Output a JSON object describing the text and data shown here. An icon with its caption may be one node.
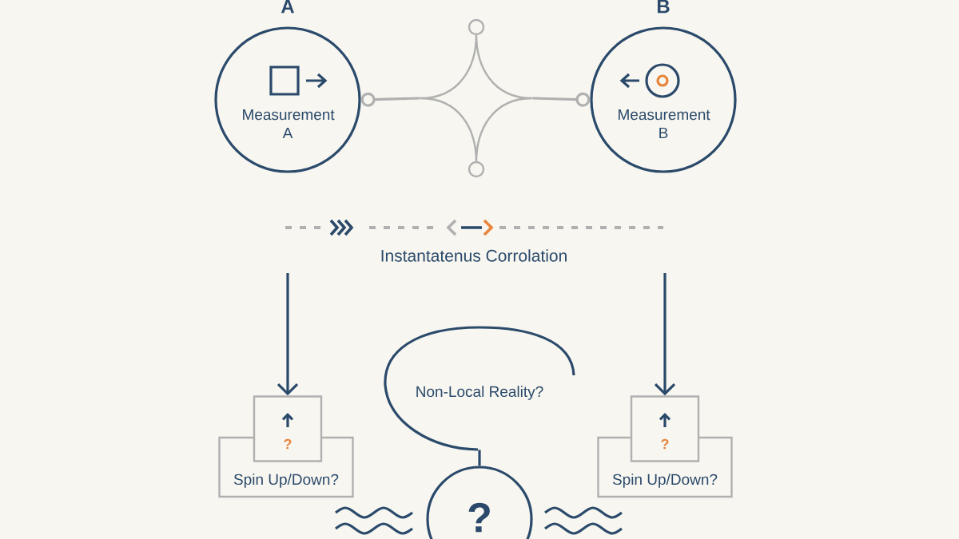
{
  "diagram": {
    "nodes": [
      {
        "text": [
          "A",
          "Measurement A"
        ]
      },
      {
        "text": [
          "B",
          "Measurement B"
        ]
      },
      {
        "text": [],
        "shape": "star"
      },
      {
        "text": [
          "?"
        ]
      },
      {
        "text": [
          "Spin Up/Down?"
        ]
      },
      {
        "text": [
          "Non-Local Reality?"
        ]
      },
      {
        "text": [
          "?"
        ]
      },
      {
        "text": [
          "Spin Up/Down?"
        ]
      },
      {
        "text": [
          "?"
        ]
      }
    ],
    "edges": [
      {
        "from": 0,
        "to": 2,
        "arrow": "other",
        "color": "#b0b0b0"
      },
      {
        "from": 1,
        "to": 2,
        "arrow": "other",
        "color": "#b0b0b0"
      },
      {
        "from": null,
        "to": 3,
        "arrow": "to"
      },
      {
        "from": null,
        "to": 6,
        "arrow": "to"
      },
      {
        "from": 5,
        "to": 8,
        "arrow": "none"
      }
    ],
    "labels": [
      "Instantatenus Corrolation"
    ]
  }
}
